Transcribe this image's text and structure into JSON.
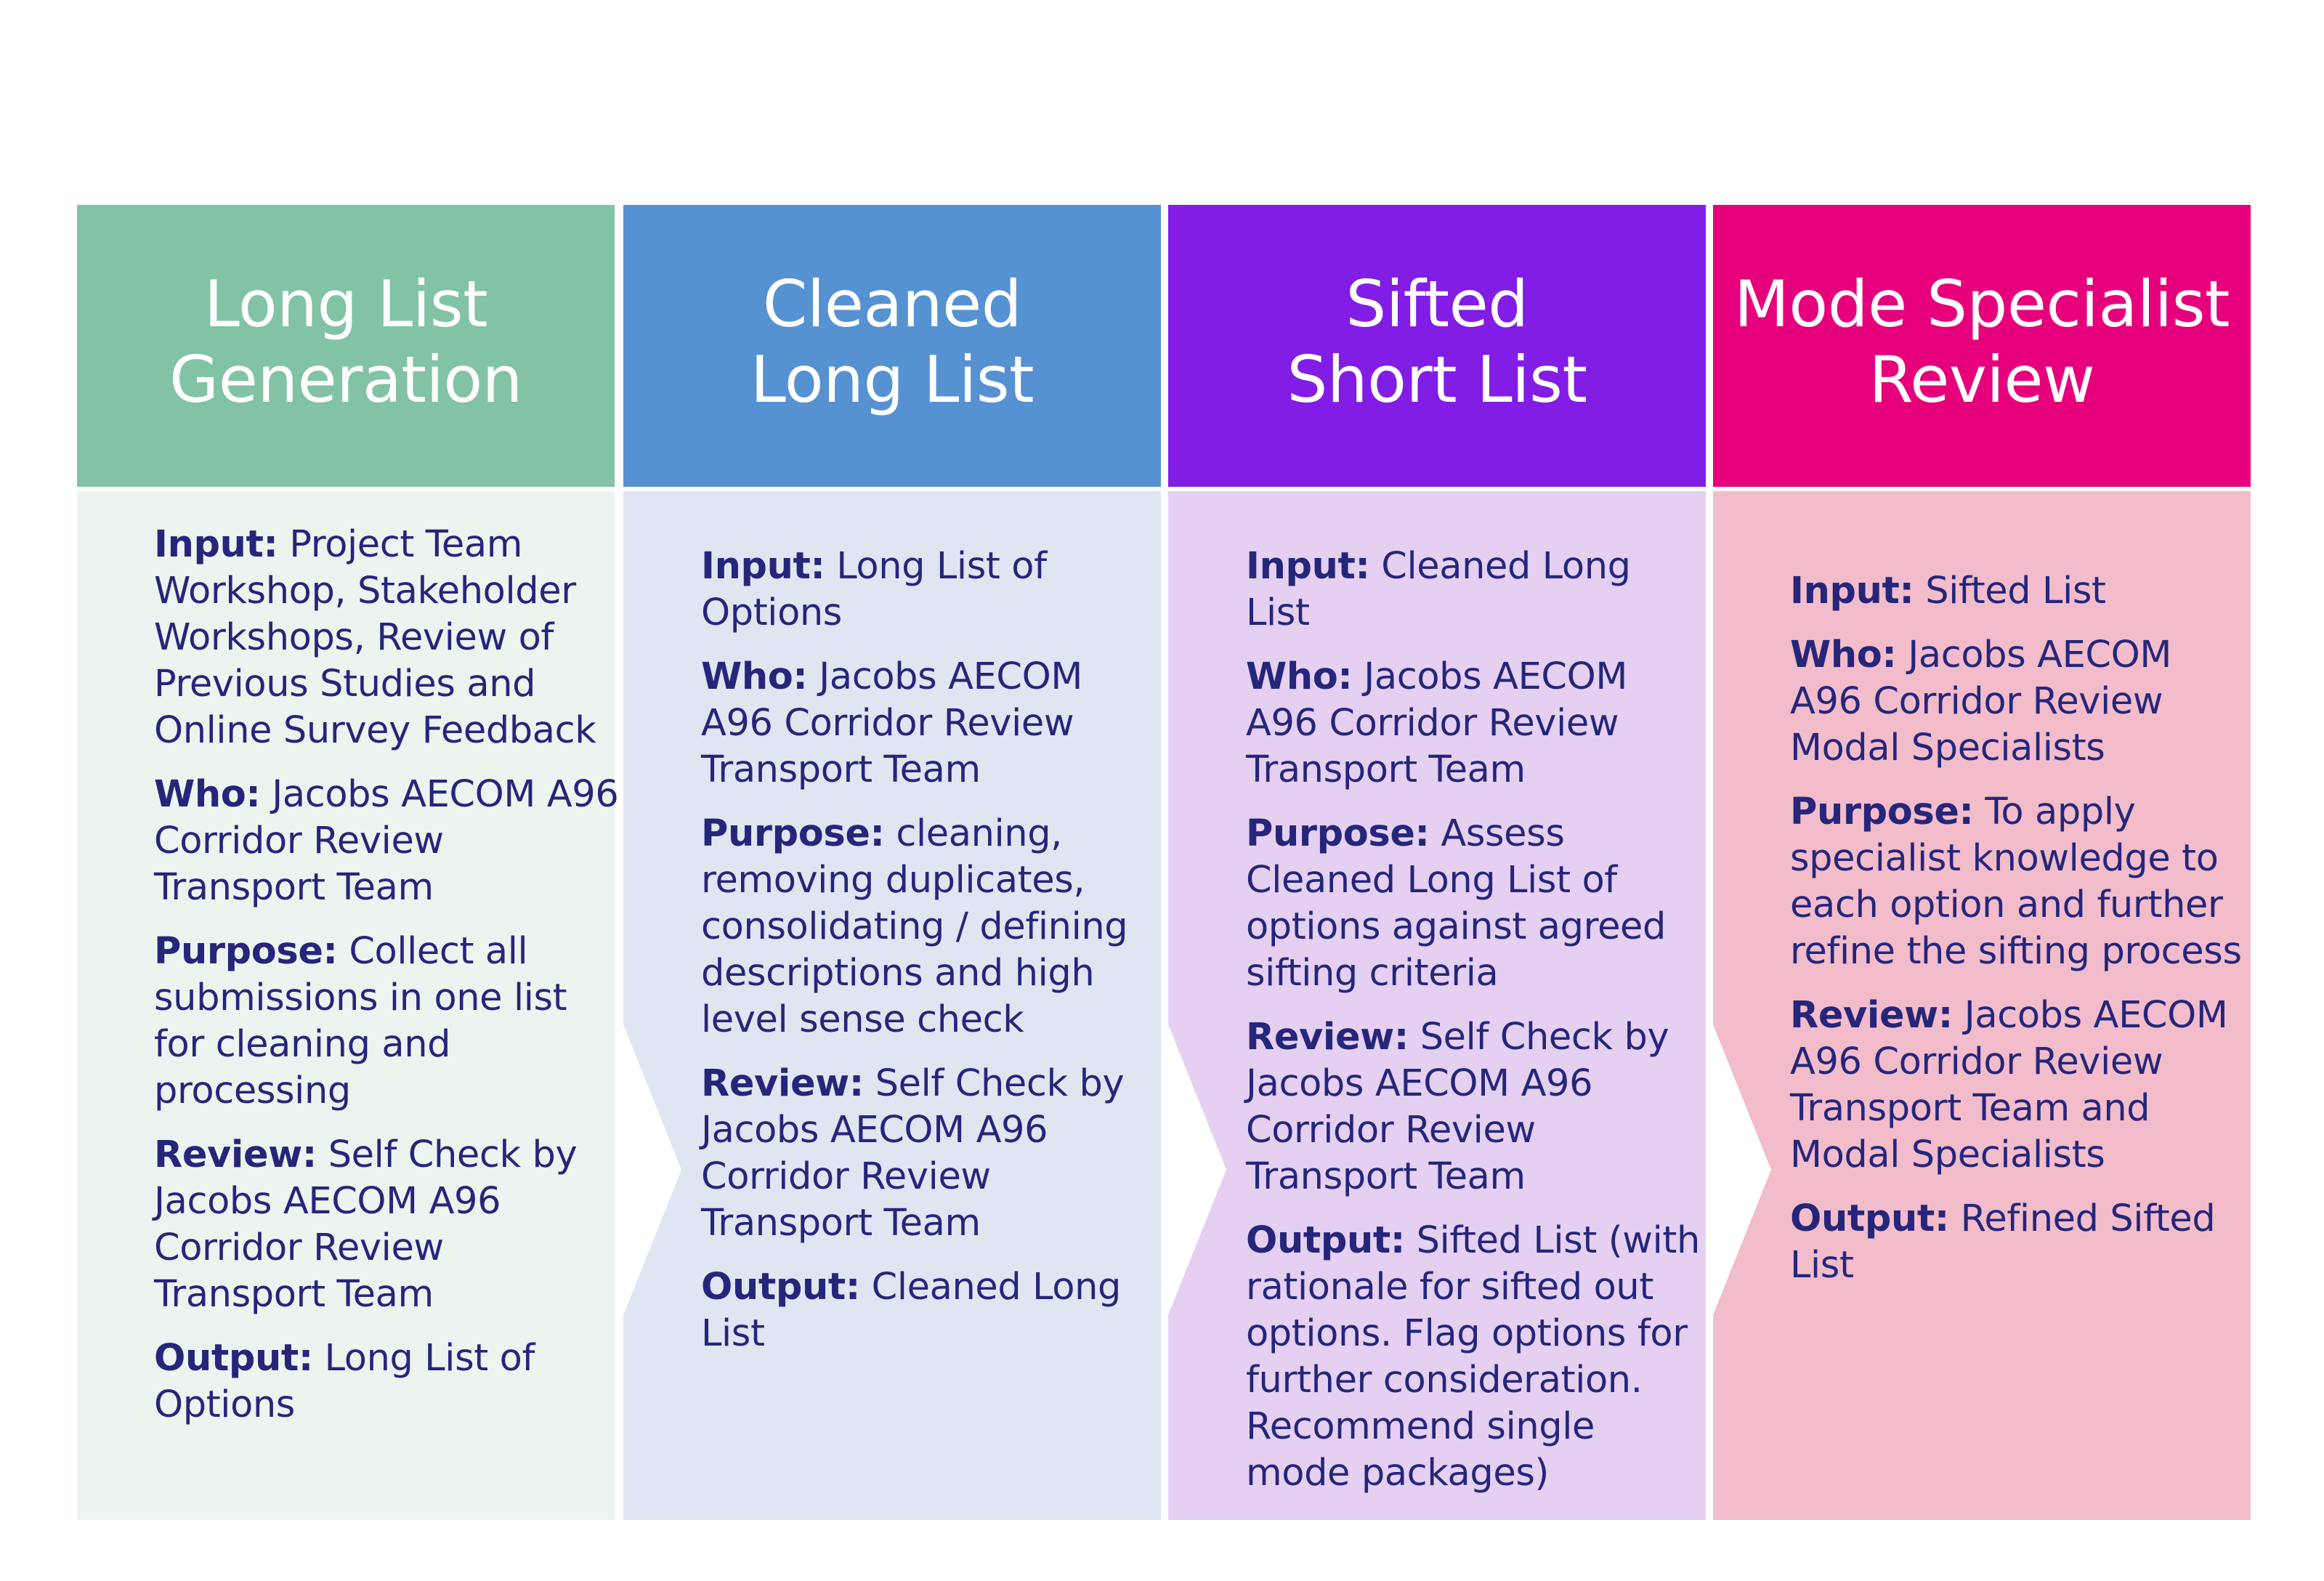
{
  "colors": {
    "stage1_header": "#82c3a5",
    "stage1_body": "#ebf4ef",
    "stage2_header": "#5692d2",
    "stage2_body": "#dfe6f2",
    "stage3_header": "#821de6",
    "stage3_body": "#e5d0f2",
    "stage4_header": "#e6007b",
    "stage4_body": "#f2bccb",
    "text": "#25267a"
  },
  "stages": [
    {
      "title": "Long List\nGeneration",
      "items": [
        {
          "label": "Input:",
          "text": " Project Team Workshop, Stakeholder Workshops, Review of Previous Studies and Online Survey Feedback"
        },
        {
          "label": "Who:",
          "text": " Jacobs AECOM A96 Corridor Review Transport Team"
        },
        {
          "label": "Purpose:",
          "text": " Collect all submissions in one list for cleaning and processing"
        },
        {
          "label": "Review:",
          "text": " Self Check by Jacobs AECOM A96 Corridor Review Transport Team"
        },
        {
          "label": "Output:",
          "text": " Long List of Options"
        }
      ]
    },
    {
      "title": "Cleaned\nLong List",
      "items": [
        {
          "label": "Input:",
          "text": " Long List of Options"
        },
        {
          "label": "Who:",
          "text": " Jacobs AECOM A96 Corridor Review Transport Team"
        },
        {
          "label": "Purpose:",
          "text": " cleaning, removing duplicates, consolidating / defining descriptions and high level sense check"
        },
        {
          "label": "Review:",
          "text": " Self Check by Jacobs AECOM A96 Corridor Review Transport Team"
        },
        {
          "label": "Output:",
          "text": " Cleaned Long List"
        }
      ]
    },
    {
      "title": "Sifted\nShort List",
      "items": [
        {
          "label": "Input:",
          "text": " Cleaned Long List"
        },
        {
          "label": "Who:",
          "text": " Jacobs AECOM A96 Corridor Review Transport Team"
        },
        {
          "label": "Purpose:",
          "text": " Assess Cleaned Long List of options against agreed sifting criteria"
        },
        {
          "label": "Review:",
          "text": " Self Check by Jacobs AECOM A96 Corridor Review Transport Team"
        },
        {
          "label": "Output:",
          "text": " Sifted List (with rationale for sifted out options. Flag options for further consideration. Recommend single mode packages)"
        }
      ]
    },
    {
      "title": "Mode Specialist\nReview",
      "items": [
        {
          "label": "Input:",
          "text": " Sifted List"
        },
        {
          "label": "Who:",
          "text": " Jacobs AECOM A96 Corridor Review Modal Specialists"
        },
        {
          "label": "Purpose:",
          "text": " To apply specialist knowledge to each option and further refine the sifting process"
        },
        {
          "label": "Review:",
          "text": " Jacobs AECOM A96 Corridor Review Transport Team and Modal Specialists"
        },
        {
          "label": "Output:",
          "text": " Refined Sifted List"
        }
      ]
    }
  ]
}
